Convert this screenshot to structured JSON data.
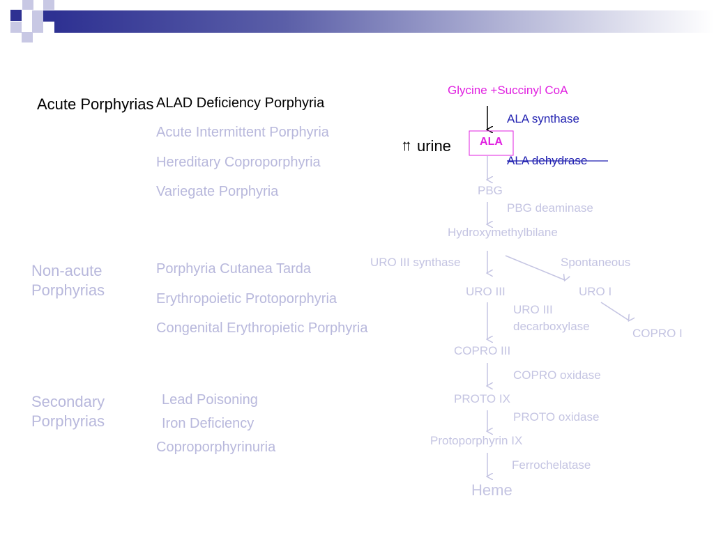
{
  "colors": {
    "header_dark": "#2e3192",
    "header_light": "#ffffff",
    "magenta": "#e020e0",
    "blue": "#1f1fb0",
    "black": "#000000",
    "faded": "#c4c4e2",
    "faded_text": "#b8b8dc"
  },
  "categories": {
    "acute": "Acute Porphyrias",
    "non_acute": "Non-acute Porphyrias",
    "secondary": "Secondary Porphyrias"
  },
  "diseases": {
    "alad": "ALAD Deficiency Porphyria",
    "aip": "Acute Intermittent Porphyria",
    "hcp": "Hereditary Coproporphyria",
    "vp": "Variegate Porphyria",
    "pct": "Porphyria Cutanea Tarda",
    "epp": "Erythropoietic Protoporphyria",
    "cep": "Congenital Erythropietic Porphyria",
    "lead": "Lead Poisoning",
    "iron": "Iron Deficiency",
    "copro": "Coproporphyrinuria"
  },
  "pathway": {
    "glycine": "Glycine +Succinyl CoA",
    "ala_synthase": "ALA synthase",
    "ala": "ALA",
    "urine": "urine",
    "urine_arrows": "↑↑",
    "ala_dehydrase": "ALA dehydrase",
    "pbg": "PBG",
    "pbg_deaminase": "PBG deaminase",
    "hmb": "Hydroxymethylbilane",
    "uro3_synthase": "URO III synthase",
    "spontaneous": "Spontaneous",
    "uro3": "URO III",
    "uro1": "URO I",
    "uro3_decarb": "URO III",
    "decarboxylase": "decarboxylase",
    "copro1": "COPRO I",
    "copro3": "COPRO III",
    "copro_oxidase": "COPRO oxidase",
    "proto9": "PROTO IX",
    "proto_oxidase": "PROTO oxidase",
    "protoporphyrin9": "Protoporphyrin IX",
    "ferrochelatase": "Ferrochelatase",
    "heme": "Heme"
  }
}
